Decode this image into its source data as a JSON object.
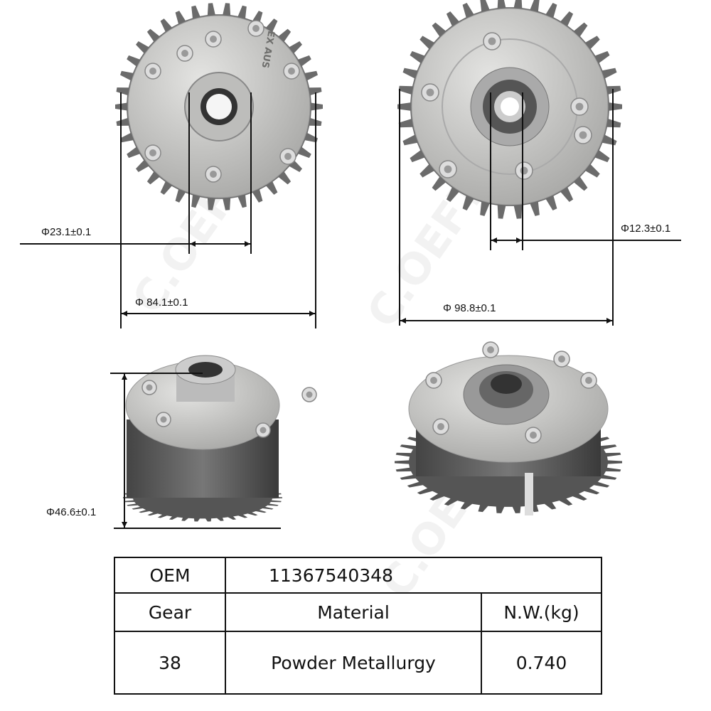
{
  "watermark": "C.OEFT",
  "dimensions": {
    "bore_left": "Φ23.1±0.1",
    "outer_left": "Φ 84.1±0.1",
    "bore_right": "Φ12.3±0.1",
    "outer_right": "Φ 98.8±0.1",
    "height": "Φ46.6±0.1"
  },
  "part_marking": "EX AUS",
  "spec_table": {
    "oem_label": "OEM",
    "oem_value": "11367540348",
    "headers": [
      "Gear",
      "Material",
      "N.W.(kg)"
    ],
    "values": [
      "38",
      "Powder Metallurgy",
      "0.740"
    ]
  },
  "colors": {
    "metal": "#c9c9c7",
    "gear_dark": "#5a5a5a",
    "line": "#111111"
  }
}
